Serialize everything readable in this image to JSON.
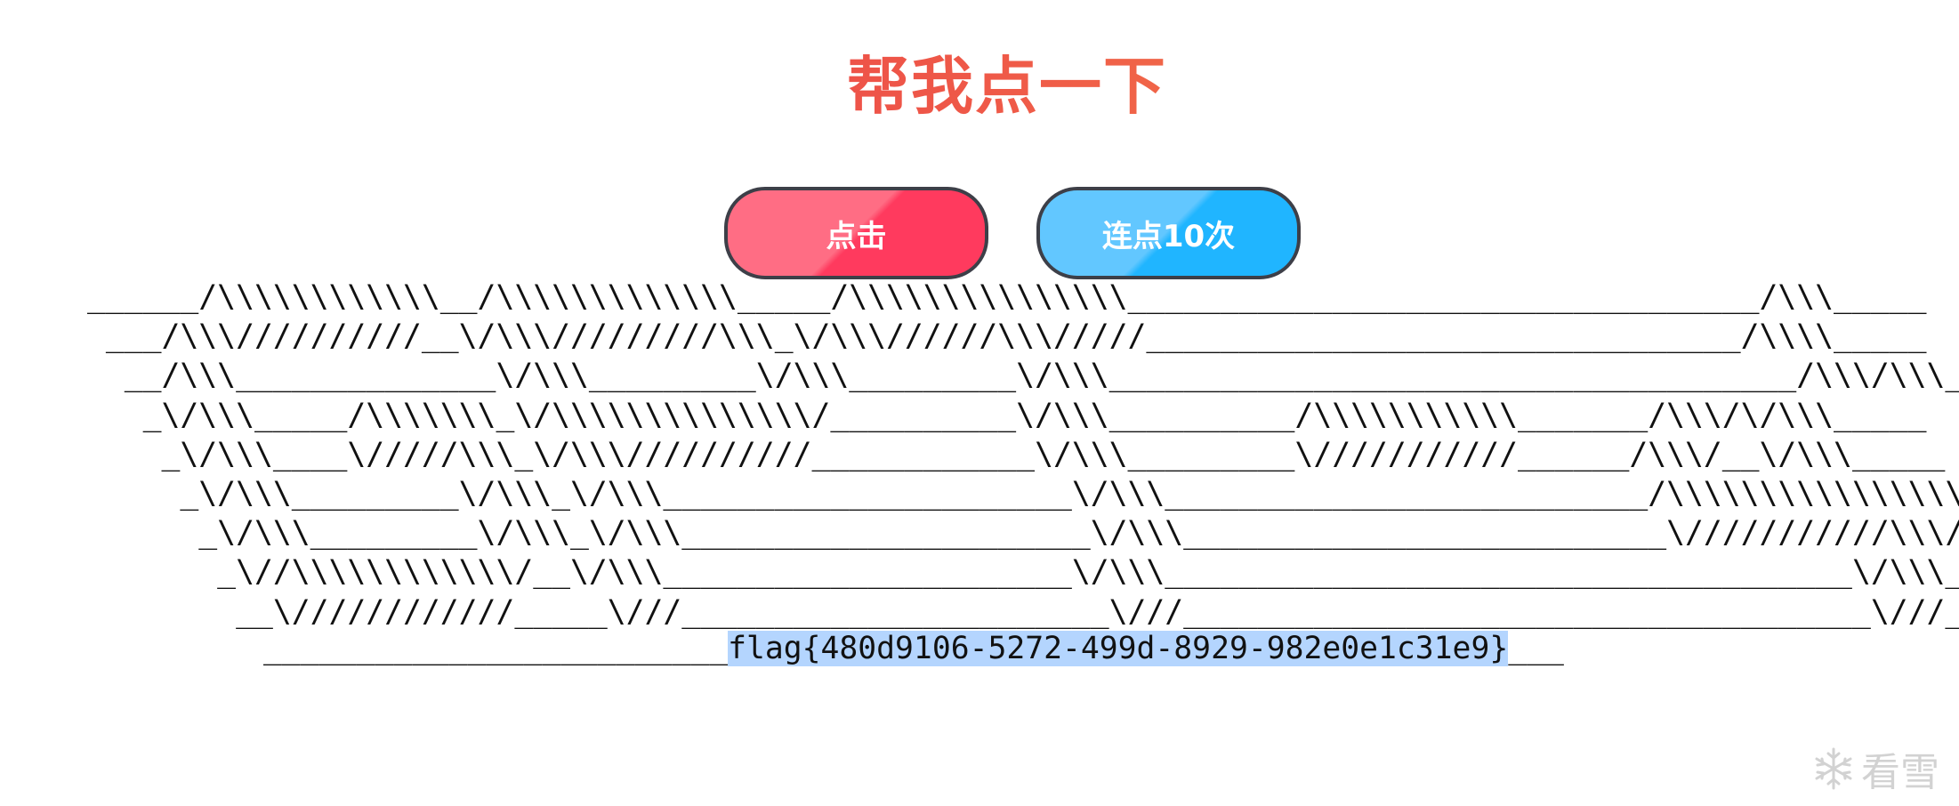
{
  "title": "帮我点一下",
  "buttons": {
    "click": "点击",
    "click10": "连点10次"
  },
  "ascii_lines": [
    "______/\\\\\\\\\\\\\\\\\\\\\\\\__/\\\\\\\\\\\\\\\\\\\\\\\\\\_____/\\\\\\\\\\\\\\\\\\\\\\\\\\\\\\__________________________________/\\\\\\_____",
    " ___/\\\\\\//////////__\\/\\\\\\/////////\\\\\\_\\/\\\\\\//////\\\\\\/////________________________________/\\\\\\\\_____",
    "  __/\\\\\\______________\\/\\\\\\_________\\/\\\\\\_________\\/\\\\\\_____________________________________/\\\\\\/\\\\\\_____",
    "   _\\/\\\\\\_____/\\\\\\\\\\\\\\_\\/\\\\\\\\\\\\\\\\\\\\\\\\\\\\/__________\\/\\\\\\__________/\\\\\\\\\\\\\\\\\\\\\\_______/\\\\\\/\\/\\\\\\_____",
    "    _\\/\\\\\\____\\/////\\\\\\_\\/\\\\\\//////////____________\\/\\\\\\_________\\///////////______/\\\\\\/__\\/\\\\\\_____",
    "     _\\/\\\\\\_________\\/\\\\\\_\\/\\\\\\______________________\\/\\\\\\__________________________/\\\\\\\\\\\\\\\\\\\\\\\\\\\\\\\\_",
    "      _\\/\\\\\\_________\\/\\\\\\_\\/\\\\\\______________________\\/\\\\\\__________________________\\///////////\\\\\\//__",
    "       _\\//\\\\\\\\\\\\\\\\\\\\\\\\/__\\/\\\\\\______________________\\/\\\\\\_____________________________________\\/\\\\\\____",
    "        __\\////////////_____\\///_______________________\\///_____________________________________\\///______"
  ],
  "flag_line": {
    "prefix": "_________________________",
    "flag": "flag{480d9106-5272-499d-8929-982e0e1c31e9}",
    "suffix": "___"
  },
  "watermark": {
    "icon": "snowflake-icon",
    "text": "看雪"
  }
}
